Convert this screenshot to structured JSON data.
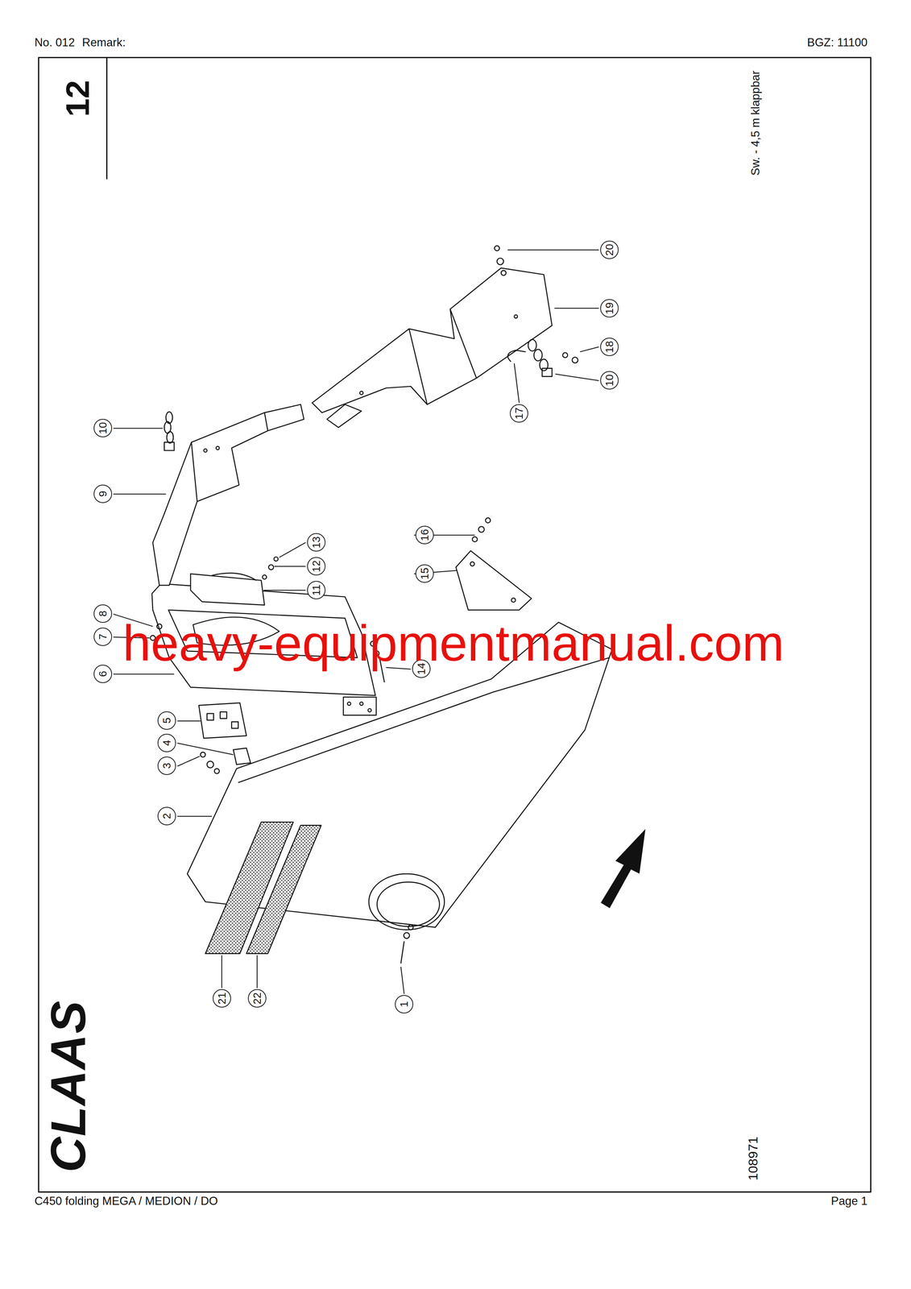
{
  "diagram": {
    "labels": [
      "No. 012",
      "Remark:",
      "BGZ: 11100",
      "12",
      "Sw. - 4,5 m klappbar",
      "20",
      "19",
      "18",
      "10",
      "17",
      "10",
      "9",
      "13",
      "12",
      "11",
      "16",
      "15",
      "8",
      "7",
      "6",
      "14",
      "5",
      "4",
      "3",
      "2",
      "1",
      "21",
      "22",
      "heavy-equipmentmanual.com",
      "CLAAS",
      "108971",
      "C450 folding MEGA / MEDION / DO",
      "Page 1"
    ]
  }
}
